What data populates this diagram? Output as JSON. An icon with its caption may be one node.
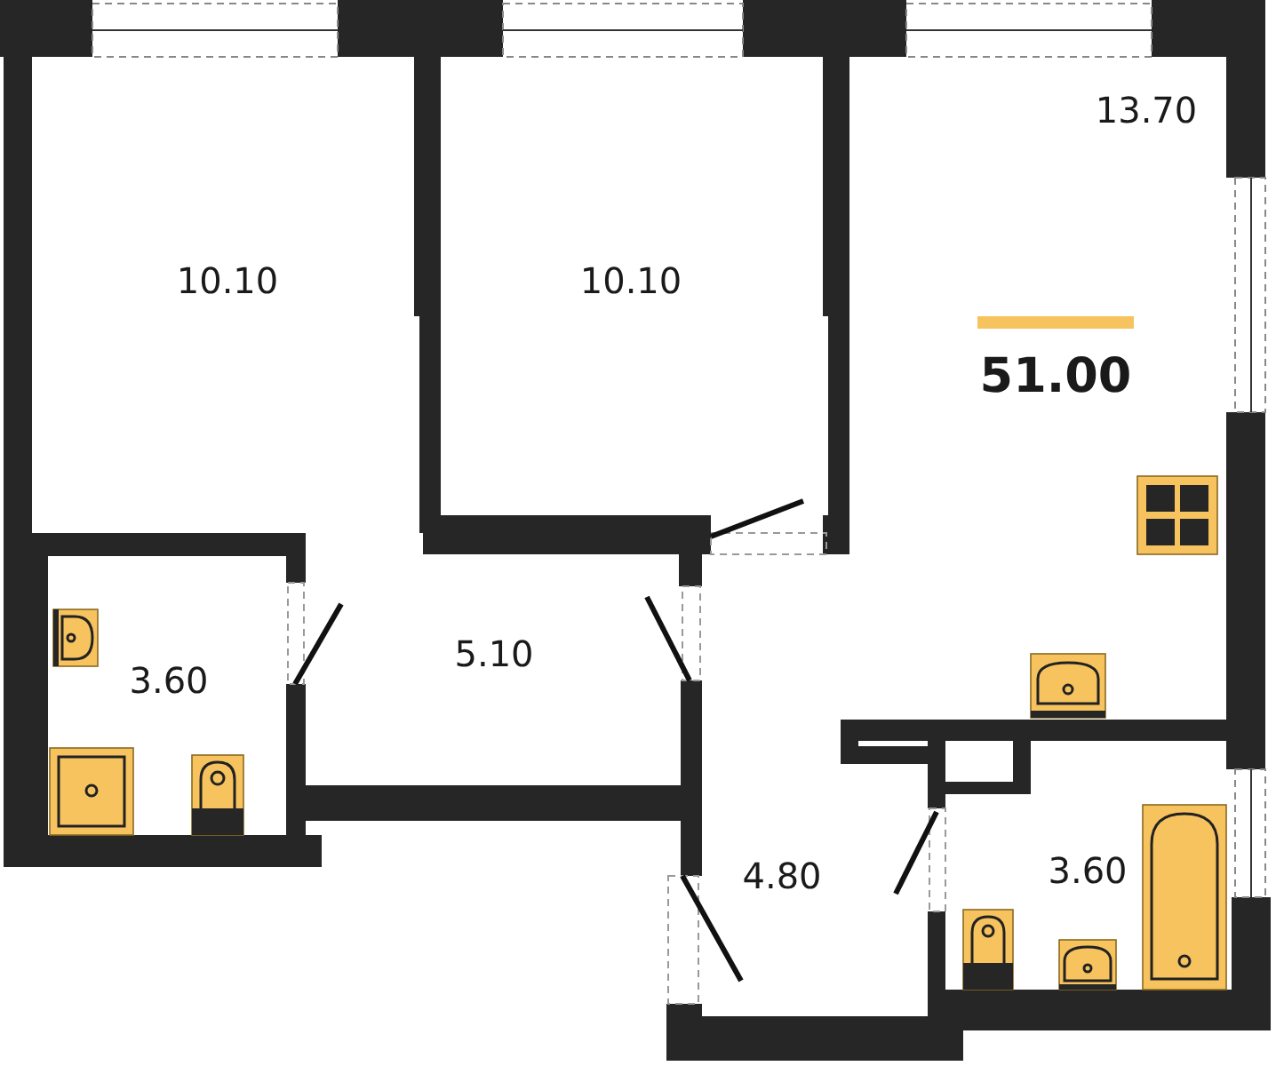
{
  "diagram": {
    "labels": [
      "13.70",
      "10.10",
      "10.10",
      "51.00",
      "5.10",
      "3.60",
      "4.80",
      "3.60"
    ]
  }
}
